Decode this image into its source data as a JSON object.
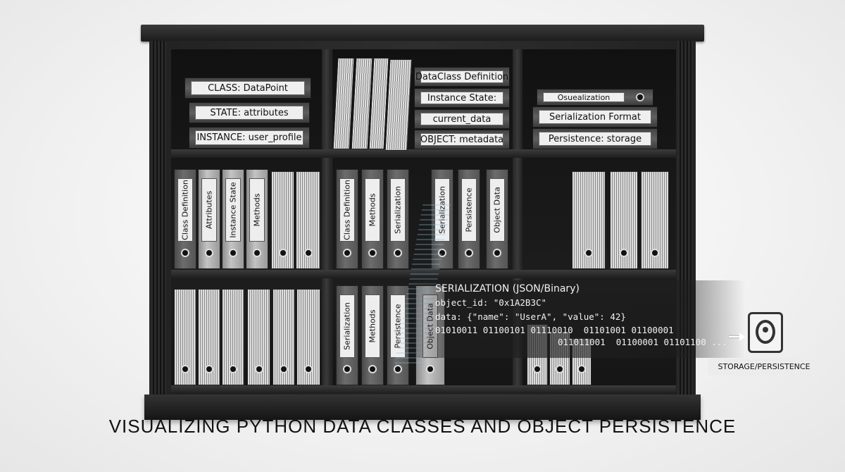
{
  "shelf_top": {
    "left_stack": [
      "CLASS: DataPoint",
      "STATE: attributes",
      "INSTANCE: user_profile"
    ],
    "middle_stack": [
      "DataClass Definition",
      "Instance State:",
      "current_data",
      "OBJECT: metadata"
    ],
    "right_stack": [
      "Osuealization",
      "Serialization Format",
      "Persistence: storage"
    ]
  },
  "shelf_middle": {
    "left_spines": [
      "Class Definition",
      "Attributes",
      "Instance State",
      "Methods"
    ],
    "middle_spines": [
      "Class Definition",
      "Methods",
      "Serialization",
      "Serialization",
      "Persistence",
      "Object Data"
    ]
  },
  "shelf_bottom": {
    "middle_spines": [
      "Serialization",
      "Methods",
      "Persistence",
      "Object Data"
    ]
  },
  "serialization": {
    "heading": "SERIALIZATION (JSON/Binary)",
    "object_id": "object_id: \"0x1A2B3C\"",
    "data": "data: {\"name\": \"UserA\", \"value\": 42}",
    "binary_line1": "01010011 01100101 01110010  01101001 01100001",
    "binary_line2": "011011001  01100001 01101100 ..."
  },
  "storage": {
    "label": "STORAGE/PERSISTENCE",
    "icon": "hard-drive-icon"
  },
  "title": "VISUALIZING PYTHON DATA CLASSES AND OBJECT PERSISTENCE"
}
